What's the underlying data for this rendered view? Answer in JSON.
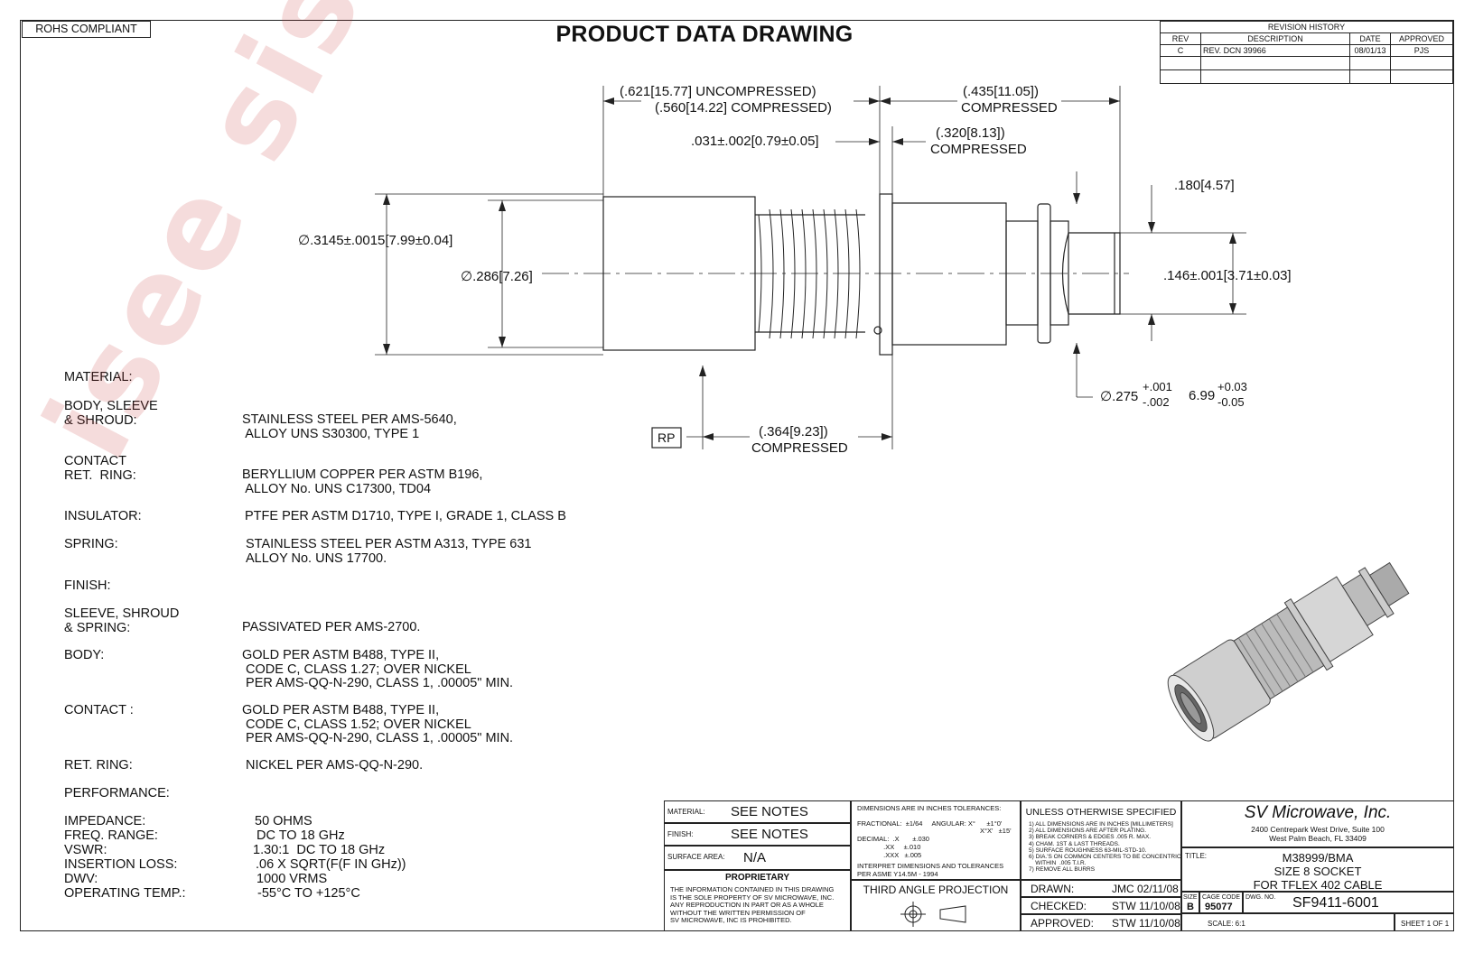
{
  "rohs": "ROHS COMPLIANT",
  "title": "PRODUCT DATA DRAWING",
  "revision": {
    "header": "REVISION HISTORY",
    "columns": [
      "REV",
      "DESCRIPTION",
      "DATE",
      "APPROVED"
    ],
    "rows": [
      [
        "C",
        "REV. DCN 39966",
        "08/01/13",
        "PJS"
      ],
      [
        "",
        "",
        "",
        ""
      ],
      [
        "",
        "",
        "",
        ""
      ]
    ]
  },
  "dims": {
    "overall_uncomp": ".621[15.77] UNCOMPRESSED)",
    "overall_uncomp_open": "(",
    "overall_comp": "(.560[14.22] COMPRESSED)",
    "right_len": "(.435[11.05])",
    "right_len_sub": "COMPRESSED",
    "flange_thk": ".031±.002[0.79±0.05]",
    "mid_len": "(.320[8.13])",
    "mid_len_sub": "COMPRESSED",
    "hex_len": ".180[4.57]",
    "od_outer": "∅.3145±.0015[7.99±0.04]",
    "od_inner": "∅.286[7.26]",
    "pin_dia": ".146±.001[3.71±0.03]",
    "body_dia_main": "∅.275",
    "body_dia_tol_plus": "+.001",
    "body_dia_tol_minus": "-.002",
    "body_dia_mm": "6.99",
    "body_dia_mm_plus": "+0.03",
    "body_dia_mm_minus": "-0.05",
    "rp_label": "RP",
    "rp_len": "(.364[9.23])",
    "rp_len_sub": "COMPRESSED"
  },
  "notes": {
    "material_header": "MATERIAL:",
    "items": [
      {
        "label": "BODY, SLEEVE\n& SHROUD:",
        "value": "STAINLESS STEEL PER AMS-5640,\n ALLOY UNS S30300, TYPE 1"
      },
      {
        "label": "CONTACT\nRET.  RING:",
        "value": "BERYLLIUM COPPER PER ASTM B196,\n ALLOY No. UNS C17300, TD04"
      },
      {
        "label": "INSULATOR:",
        "value": "PTFE PER ASTM D1710, TYPE I, GRADE 1, CLASS B"
      },
      {
        "label": "SPRING:",
        "value": "STAINLESS STEEL PER ASTM A313, TYPE 631\nALLOY No. UNS 17700."
      }
    ],
    "finish_header": "FINISH:",
    "finish_items": [
      {
        "label": "SLEEVE, SHROUD\n& SPRING:",
        "value": "PASSIVATED PER AMS-2700."
      },
      {
        "label": "BODY:",
        "value": "GOLD PER ASTM B488, TYPE II,\n CODE C, CLASS 1.27; OVER NICKEL\n PER AMS-QQ-N-290, CLASS 1, .00005\" MIN."
      },
      {
        "label": "CONTACT :",
        "value": "GOLD PER ASTM B488, TYPE II,\n CODE C, CLASS 1.52; OVER NICKEL\n PER AMS-QQ-N-290, CLASS 1, .00005\" MIN."
      },
      {
        "label": "RET. RING:",
        "value": " NICKEL PER AMS-QQ-N-290."
      }
    ],
    "performance_header": "PERFORMANCE:",
    "performance_items": [
      {
        "label": "IMPEDANCE:",
        "value": "50 OHMS"
      },
      {
        "label": "FREQ. RANGE:",
        "value": "DC TO 18 GHz"
      },
      {
        "label": "VSWR:",
        "value": "1.30:1  DC TO 18 GHz"
      },
      {
        "label": "INSERTION LOSS:",
        "value": ".06 X SQRT(F(F IN GHz))"
      },
      {
        "label": "DWV:",
        "value": "1000 VRMS"
      },
      {
        "label": "OPERATING TEMP.:",
        "value": "-55°C TO +125°C"
      }
    ]
  },
  "titleblock": {
    "material_label": "MATERIAL:",
    "material_value": "SEE NOTES",
    "finish_label": "FINISH:",
    "finish_value": "SEE NOTES",
    "surface_label": "SURFACE AREA:",
    "surface_value": "N/A",
    "proprietary_title": "PROPRIETARY",
    "proprietary_text": "THE INFORMATION CONTAINED IN THIS DRAWING\nIS THE SOLE PROPERTY OF SV MICROWAVE, INC.\nANY REPRODUCTION IN PART OR AS A WHOLE\nWITHOUT THE WRITTEN PERMISSION OF\nSV MICROWAVE, INC IS PROHIBITED.",
    "tol_header": "DIMENSIONS ARE IN INCHES TOLERANCES:",
    "tol_fractional": "FRACTIONAL:  ±1/64     ANGULAR: X°      ±1°0'",
    "tol_angular2": "X°X'   ±15'",
    "tol_decimal": "DECIMAL:  .X       ±.030\n              .XX     ±.010\n              .XXX   ±.005",
    "tol_interpret": "INTERPRET DIMENSIONS AND TOLERANCES\nPER ASME Y14.5M - 1994",
    "projection": "THIRD ANGLE PROJECTION",
    "unless_title": "UNLESS OTHERWISE SPECIFIED",
    "unless_notes": "1) ALL DIMENSIONS ARE IN INCHES [MILLIMETERS]\n2) ALL DIMENSIONS ARE AFTER PLATING.\n3) BREAK CORNERS & EDGES .005 R. MAX.\n4) CHAM. 1ST & LAST THREADS.\n5) SURFACE ROUGHNESS 63-MIL-STD-10.\n6) DIA.'S ON COMMON CENTERS TO BE CONCENTRIC\n    WITHIN  .005 T.I.R.\n7) REMOVE ALL BURRS",
    "drawn_label": "DRAWN:",
    "drawn_value": "JMC 02/11/08",
    "checked_label": "CHECKED:",
    "checked_value": "STW 11/10/08",
    "approved_label": "APPROVED:",
    "approved_value": "STW 11/10/08",
    "company": "SV Microwave, Inc.",
    "address1": "2400 Centrepark West Drive, Suite 100",
    "address2": "West Palm Beach, FL 33409",
    "title_label": "TITLE:",
    "title_line1": "M38999/BMA",
    "title_line2": "SIZE 8 SOCKET",
    "title_line3": "FOR  TFLEX 402 CABLE",
    "size_label": "SIZE",
    "size_value": "B",
    "cage_label": "CAGE CODE",
    "cage_value": "95077",
    "dwg_label": "DWG.  NO.",
    "dwg_value": "SF9411-6001",
    "scale": "SCALE:  6:1",
    "sheet": "SHEET 1 OF 1"
  },
  "watermark": "isee sisoog.com"
}
